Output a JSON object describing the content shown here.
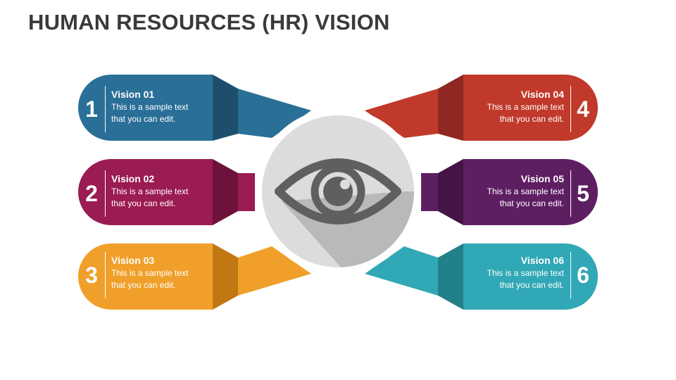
{
  "title": "HUMAN RESOURCES (HR) VISION",
  "center_icon": {
    "icon": "eye-icon",
    "circle_color": "#dcdcdc",
    "shadow_color": "#b9b9b9",
    "icon_color": "#5f5f5f"
  },
  "items": [
    {
      "number": "1",
      "heading": "Vision 01",
      "line1": "This is a sample text",
      "line2": "that you can edit.",
      "color": "#2a6f97",
      "dark": "#1d4f6d"
    },
    {
      "number": "2",
      "heading": "Vision 02",
      "line1": "This is a sample text",
      "line2": "that you can edit.",
      "color": "#9b1b53",
      "dark": "#6e123b"
    },
    {
      "number": "3",
      "heading": "Vision 03",
      "line1": "This is a sample text",
      "line2": "that you can edit.",
      "color": "#f0a02a",
      "dark": "#c27812"
    },
    {
      "number": "4",
      "heading": "Vision 04",
      "line1": "This is a sample text",
      "line2": "that you can edit.",
      "color": "#c0392b",
      "dark": "#8f2820"
    },
    {
      "number": "5",
      "heading": "Vision 05",
      "line1": "This is a sample text",
      "line2": "that you can edit.",
      "color": "#5e1f62",
      "dark": "#441546"
    },
    {
      "number": "6",
      "heading": "Vision 06",
      "line1": "This is a sample text",
      "line2": "that you can edit.",
      "color": "#31a8b5",
      "dark": "#22808a"
    }
  ]
}
